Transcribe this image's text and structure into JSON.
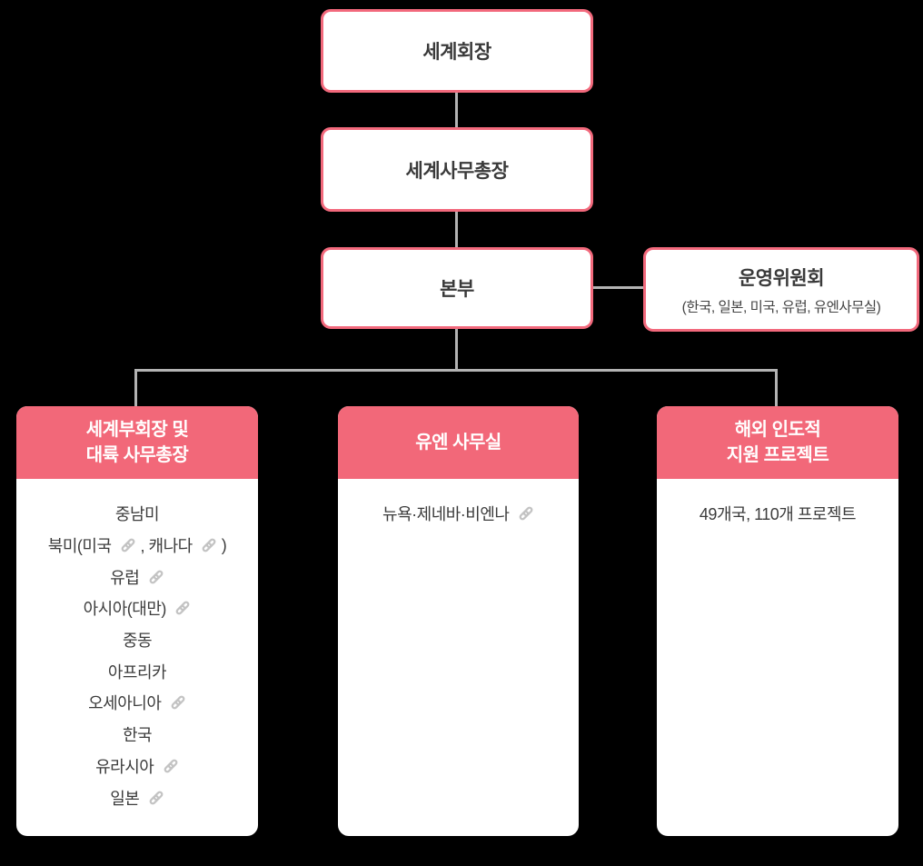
{
  "colors": {
    "accent_pink": "#f26879",
    "border_pink": "#f2697c",
    "connector_gray": "#b3b3b3",
    "text_dark": "#3a3a3a",
    "link_icon_gray": "#c3c3c3",
    "background": "#000000"
  },
  "top_boxes": [
    {
      "label": "세계회장"
    },
    {
      "label": "세계사무총장"
    },
    {
      "label": "본부"
    }
  ],
  "committee": {
    "title": "운영위원회",
    "subtitle": "(한국, 일본, 미국, 유럽, 유엔사무실)"
  },
  "columns": [
    {
      "header": "세계부회장 및\n대륙 사무총장",
      "items": [
        [
          {
            "t": "중남미"
          }
        ],
        [
          {
            "t": "북미(미국 "
          },
          {
            "icon": "link"
          },
          {
            "t": " , 캐나다 "
          },
          {
            "icon": "link"
          },
          {
            "t": " )"
          }
        ],
        [
          {
            "t": "유럽 "
          },
          {
            "icon": "link"
          }
        ],
        [
          {
            "t": "아시아(대만) "
          },
          {
            "icon": "link"
          }
        ],
        [
          {
            "t": "중동"
          }
        ],
        [
          {
            "t": "아프리카"
          }
        ],
        [
          {
            "t": "오세아니아 "
          },
          {
            "icon": "link"
          }
        ],
        [
          {
            "t": "한국"
          }
        ],
        [
          {
            "t": "유라시아 "
          },
          {
            "icon": "link"
          }
        ],
        [
          {
            "t": "일본 "
          },
          {
            "icon": "link"
          }
        ]
      ]
    },
    {
      "header": "유엔 사무실",
      "items": [
        [
          {
            "t": "뉴욕·제네바·비엔나 "
          },
          {
            "icon": "link"
          }
        ]
      ]
    },
    {
      "header": "해외 인도적\n지원 프로젝트",
      "items": [
        [
          {
            "t": "49개국, 110개 프로젝트"
          }
        ]
      ]
    }
  ]
}
